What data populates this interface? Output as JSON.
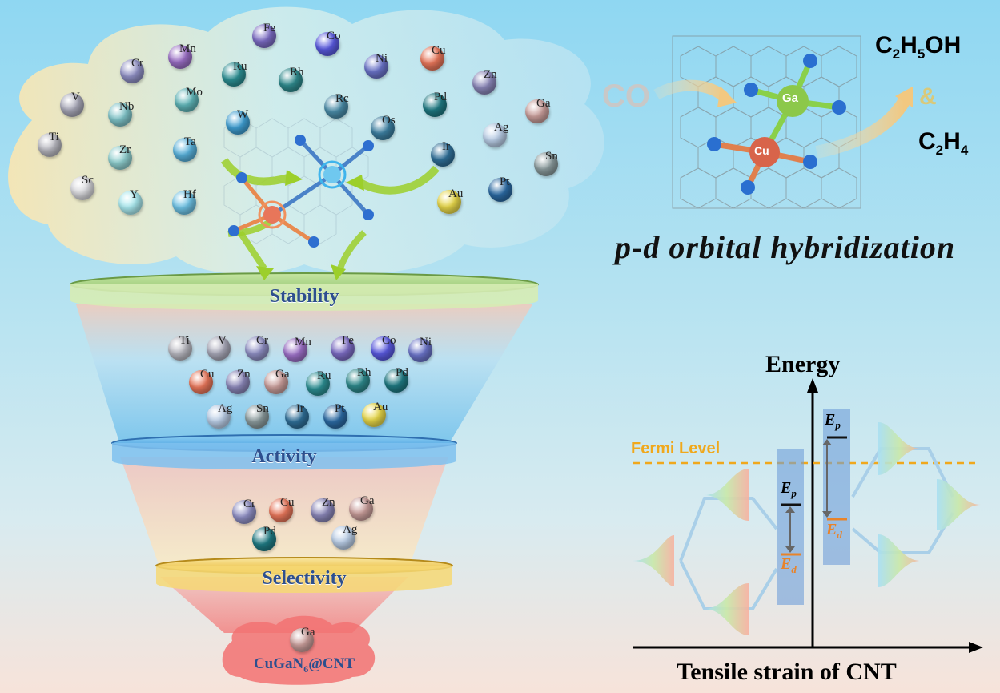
{
  "elements_all": [
    {
      "s": "Fe",
      "c": "#7c6cc4"
    },
    {
      "s": "Co",
      "c": "#5a5ae0"
    },
    {
      "s": "Mn",
      "c": "#9b6fc6"
    },
    {
      "s": "Ni",
      "c": "#6a73c9"
    },
    {
      "s": "Cu",
      "c": "#e8765a"
    },
    {
      "s": "Cr",
      "c": "#8f8fc4"
    },
    {
      "s": "Ru",
      "c": "#2c8f93"
    },
    {
      "s": "Rh",
      "c": "#2e8a8d"
    },
    {
      "s": "Zn",
      "c": "#8a86b8"
    },
    {
      "s": "V",
      "c": "#a8a8b8"
    },
    {
      "s": "Nb",
      "c": "#7fc4c9"
    },
    {
      "s": "Mo",
      "c": "#5fb5b8"
    },
    {
      "s": "Rc",
      "c": "#4a8ca8"
    },
    {
      "s": "Pd",
      "c": "#1f7a83"
    },
    {
      "s": "Ga",
      "c": "#c99d9a"
    },
    {
      "s": "W",
      "c": "#3f9fd3"
    },
    {
      "s": "Os",
      "c": "#3c7fa1"
    },
    {
      "s": "Ti",
      "c": "#b8b8c0"
    },
    {
      "s": "Zr",
      "c": "#8fcfcf"
    },
    {
      "s": "Ta",
      "c": "#58b1db"
    },
    {
      "s": "Ag",
      "c": "#b9cde6"
    },
    {
      "s": "Ir",
      "c": "#2f6f98"
    },
    {
      "s": "Sn",
      "c": "#8a9a9c"
    },
    {
      "s": "Sc",
      "c": "#d8d8dc"
    },
    {
      "s": "Y",
      "c": "#a9e9ef"
    },
    {
      "s": "Hf",
      "c": "#6fc3e6"
    },
    {
      "s": "Pt",
      "c": "#2b6aa3"
    },
    {
      "s": "Au",
      "c": "#e8d84a"
    }
  ],
  "stage1_elements": [
    {
      "s": "Ti",
      "c": "#b8b8c0"
    },
    {
      "s": "V",
      "c": "#a8a8b8"
    },
    {
      "s": "Cr",
      "c": "#8f8fc4"
    },
    {
      "s": "Mn",
      "c": "#9b6fc6"
    },
    {
      "s": "Fe",
      "c": "#7c6cc4"
    },
    {
      "s": "Co",
      "c": "#5a5ae0"
    },
    {
      "s": "Ni",
      "c": "#6a73c9"
    },
    {
      "s": "Cu",
      "c": "#e8765a"
    },
    {
      "s": "Zn",
      "c": "#8a86b8"
    },
    {
      "s": "Ga",
      "c": "#c99d9a"
    },
    {
      "s": "Ru",
      "c": "#2c8f93"
    },
    {
      "s": "Rh",
      "c": "#2e8a8d"
    },
    {
      "s": "Pd",
      "c": "#1f7a83"
    },
    {
      "s": "Ag",
      "c": "#b9cde6"
    },
    {
      "s": "Sn",
      "c": "#8a9a9c"
    },
    {
      "s": "Ir",
      "c": "#2f6f98"
    },
    {
      "s": "Pt",
      "c": "#2b6aa3"
    },
    {
      "s": "Au",
      "c": "#e8d84a"
    }
  ],
  "stage2_elements": [
    {
      "s": "Cr",
      "c": "#8f8fc4"
    },
    {
      "s": "Cu",
      "c": "#e8765a"
    },
    {
      "s": "Zn",
      "c": "#8a86b8"
    },
    {
      "s": "Ga",
      "c": "#c99d9a"
    },
    {
      "s": "Pd",
      "c": "#1f7a83"
    },
    {
      "s": "Ag",
      "c": "#b9cde6"
    }
  ],
  "final_element": {
    "s": "Ga",
    "c": "#c99d9a"
  },
  "funnel": {
    "stage1": "Stability",
    "stage2": "Activity",
    "stage3": "Selectivity"
  },
  "catalyst": {
    "prefix": "CuGaN",
    "sub": "6",
    "suffix": "@CNT"
  },
  "reaction": {
    "reactant": "CO",
    "atom_ga": "Ga",
    "atom_cu": "Cu",
    "and": "&",
    "p1_a": "C",
    "p1_s1": "2",
    "p1_b": "H",
    "p1_s2": "5",
    "p1_c": "OH",
    "p2_a": "C",
    "p2_s1": "2",
    "p2_b": "H",
    "p2_s2": "4",
    "caption": "p-d orbital hybridization"
  },
  "energy": {
    "y_axis": "Energy",
    "x_axis": "Tensile strain of CNT",
    "fermi": "Fermi Level",
    "e": "E",
    "p": "p",
    "d": "d"
  },
  "colors": {
    "fermi": "#f0a81c",
    "ed": "#e8832a",
    "title": "#2d4f8e"
  }
}
